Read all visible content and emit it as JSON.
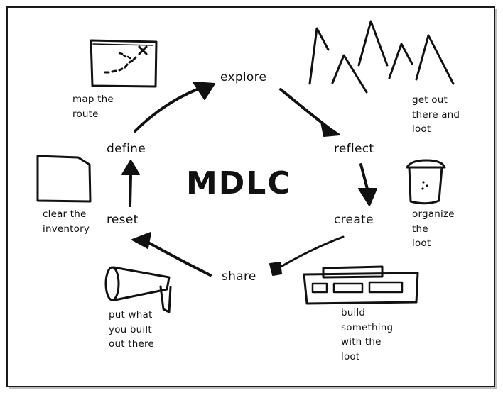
{
  "title": "MDLC",
  "stages": {
    "explore": "explore",
    "reflect": "reflect",
    "create": "create",
    "share": "share",
    "reset": "reset",
    "define": "define"
  },
  "notes": {
    "map": "map the\nroute",
    "loot": "get out\nthere and\nloot",
    "organize": "organize\nthe\nloot",
    "build": "build\nsomething\nwith the\nloot",
    "share": "put what\nyou built\nout there",
    "reset": "clear the\ninventory"
  },
  "icons": {
    "map": "treasure-map-icon",
    "mountains": "mountains-icon",
    "bucket": "loot-bucket-icon",
    "keyboard": "keyboard-icon",
    "megaphone": "megaphone-icon",
    "folder": "empty-folder-icon"
  },
  "colors": {
    "ink": "#111111",
    "frame_shadow": "#bdbdbd",
    "background": "#ffffff"
  }
}
